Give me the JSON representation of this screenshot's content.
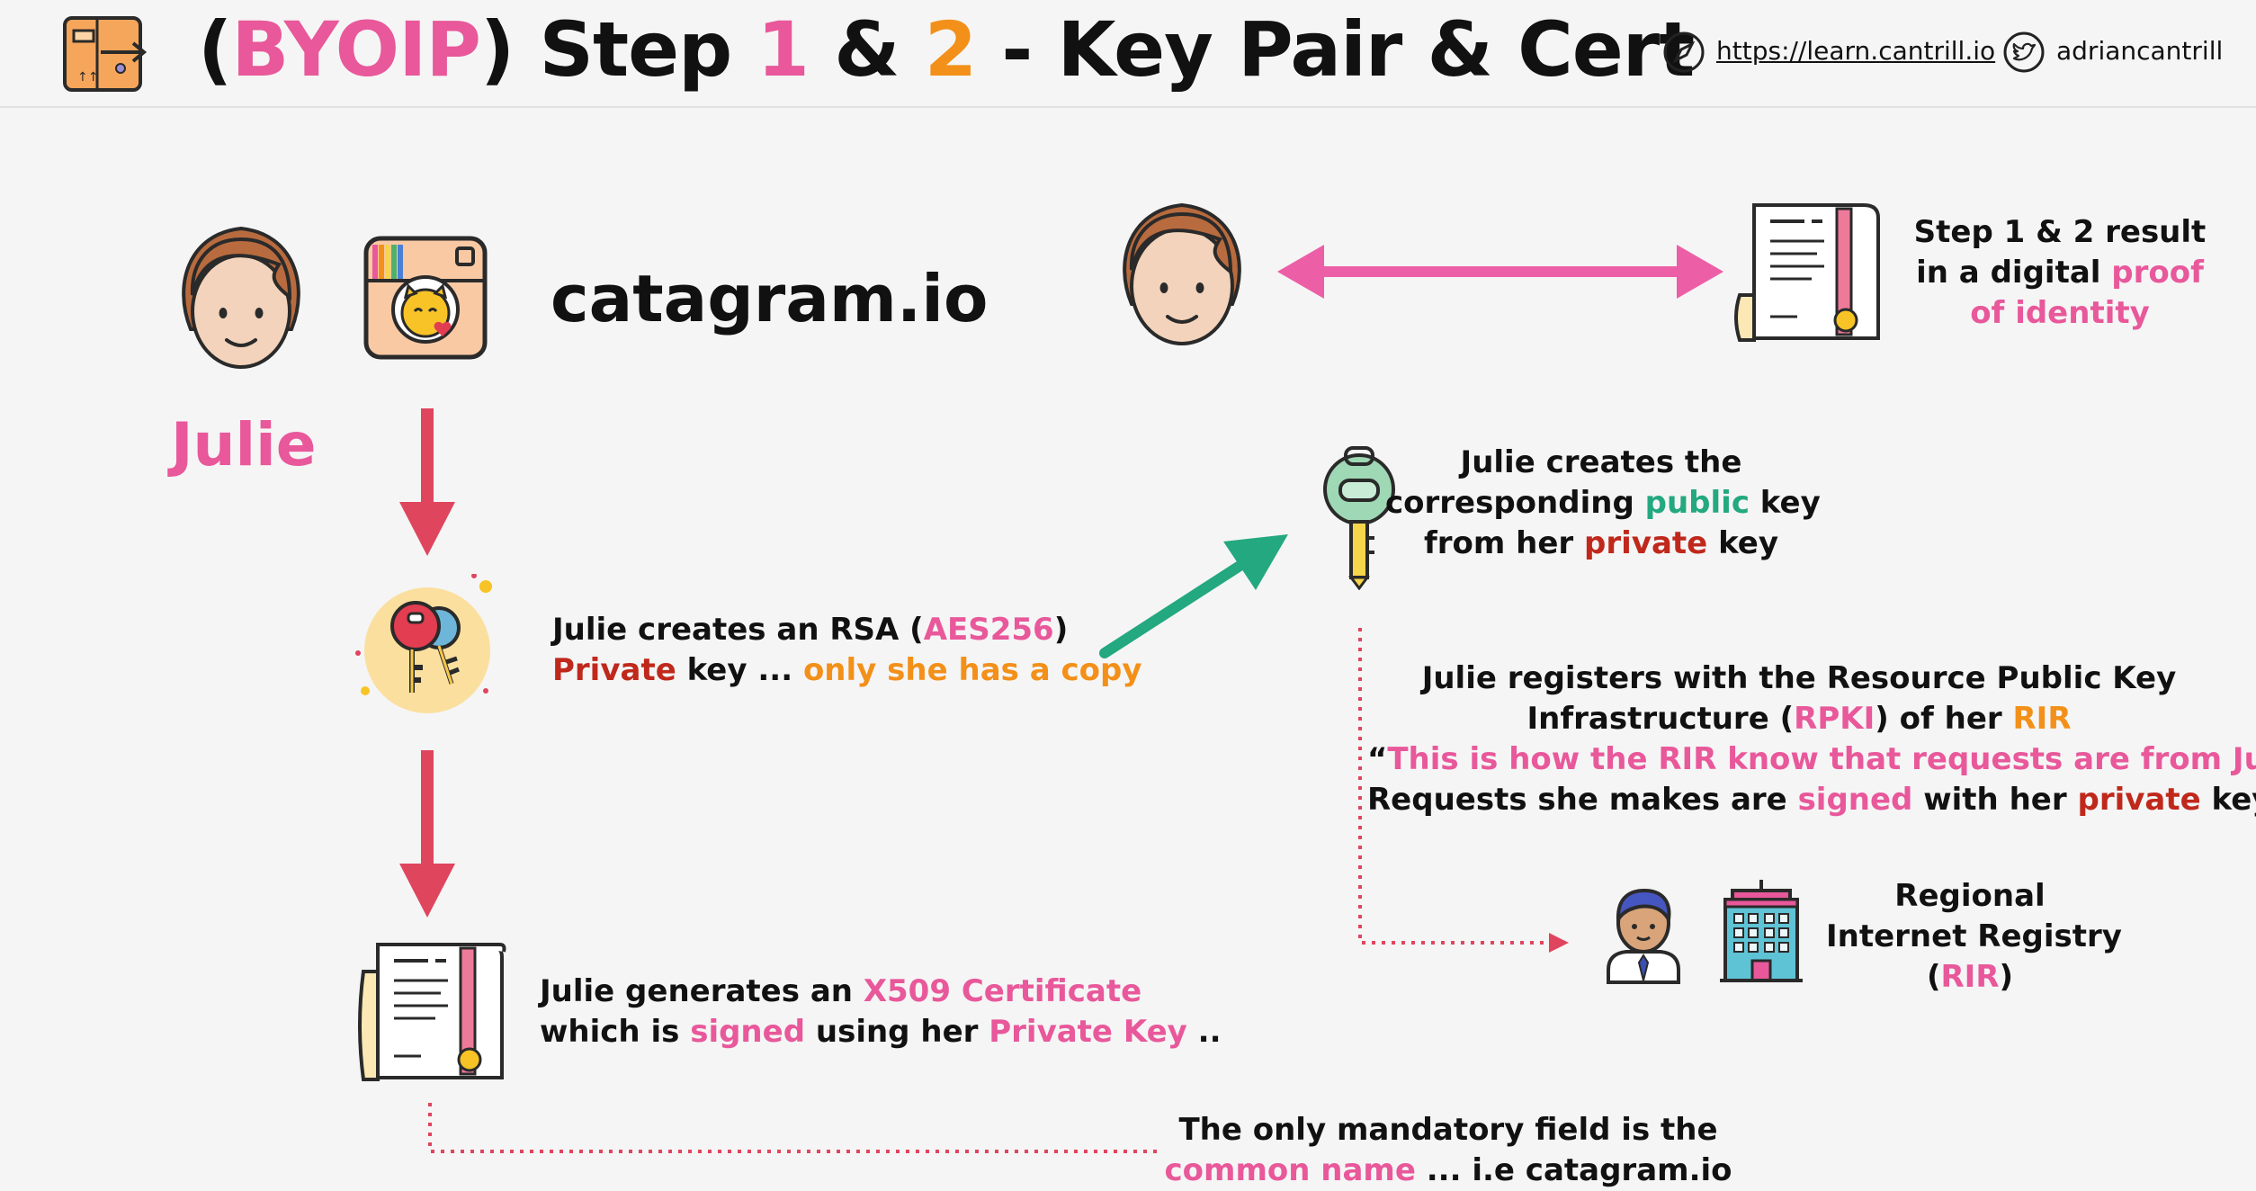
{
  "header": {
    "title_prefix": "(",
    "title_byoip": "BYOIP",
    "title_close": ") Step ",
    "title_one": "1",
    "title_amp": " & ",
    "title_two": "2",
    "title_rest": " - Key Pair & Cert",
    "site_link": "https://learn.cantrill.io",
    "twitter_handle": "adriancantrill"
  },
  "left": {
    "person_name": "Julie",
    "app_name": "catagram.io",
    "rsa": {
      "l1_a": "Julie creates an RSA (",
      "l1_b": "AES256",
      "l1_c": ")",
      "l2_a": "Private",
      "l2_b": " key ...  ",
      "l2_c": "only she has a copy"
    },
    "cert": {
      "l1_a": "Julie generates an ",
      "l1_b": "X509 Certificate",
      "l2_a": "which is ",
      "l2_b": "signed",
      "l2_c": " using her ",
      "l2_d": "Private Key",
      "l2_e": " .."
    },
    "common_name": {
      "l1": "The only mandatory field is the",
      "l2_a": "common name",
      "l2_b": " ... i.e catagram.io"
    }
  },
  "right": {
    "result": {
      "l1": "Step 1 & 2 result",
      "l2_a": "in a digital ",
      "l2_b": "proof",
      "l3": "of identity"
    },
    "public_key": {
      "l1": "Julie creates the",
      "l2_a": "corresponding ",
      "l2_b": "public",
      "l2_c": " key",
      "l3_a": "from her ",
      "l3_b": "private",
      "l3_c": " key"
    },
    "rpki": {
      "l1": "Julie registers with the Resource Public Key",
      "l2_a": "Infrastructure (",
      "l2_b": "RPKI",
      "l2_c": ") of her ",
      "l2_d": "RIR",
      "l3_a": "“",
      "l3_b": "This is how the RIR know that requests are from Julie",
      "l3_c": "”",
      "l4_a": "Requests she makes are ",
      "l4_b": "signed",
      "l4_c": " with her ",
      "l4_d": "private",
      "l4_e": " key"
    },
    "rir": {
      "l1": "Regional",
      "l2": "Internet Registry",
      "l3_a": "(",
      "l3_b": "RIR",
      "l3_c": ")"
    }
  },
  "colors": {
    "pink": "#e8589a",
    "orange": "#f39019",
    "red": "#c0281c",
    "green": "#23a87f",
    "arrow_red": "#e0455e"
  }
}
